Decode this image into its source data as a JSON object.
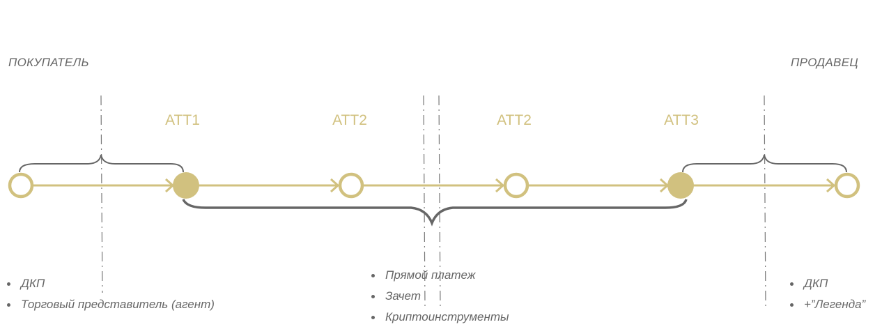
{
  "parties": {
    "buyer": "ПОКУПАТЕЛЬ",
    "seller": "ПРОДАВЕЦ"
  },
  "stages": [
    "ATT1",
    "ATT2",
    "ATT2",
    "ATT3"
  ],
  "nodes": [
    {
      "filled": false
    },
    {
      "filled": true
    },
    {
      "filled": false
    },
    {
      "filled": false
    },
    {
      "filled": true
    },
    {
      "filled": false
    }
  ],
  "lists": {
    "buyer": [
      "ДКП",
      "Торговый представитель (агент)"
    ],
    "middle": [
      "Прямой платеж",
      "Зачет",
      "Криптоинструменты"
    ],
    "seller": [
      "ДКП",
      "+”Легенда”"
    ]
  },
  "colors": {
    "accent": "#D1C17F",
    "line": "#666666"
  }
}
